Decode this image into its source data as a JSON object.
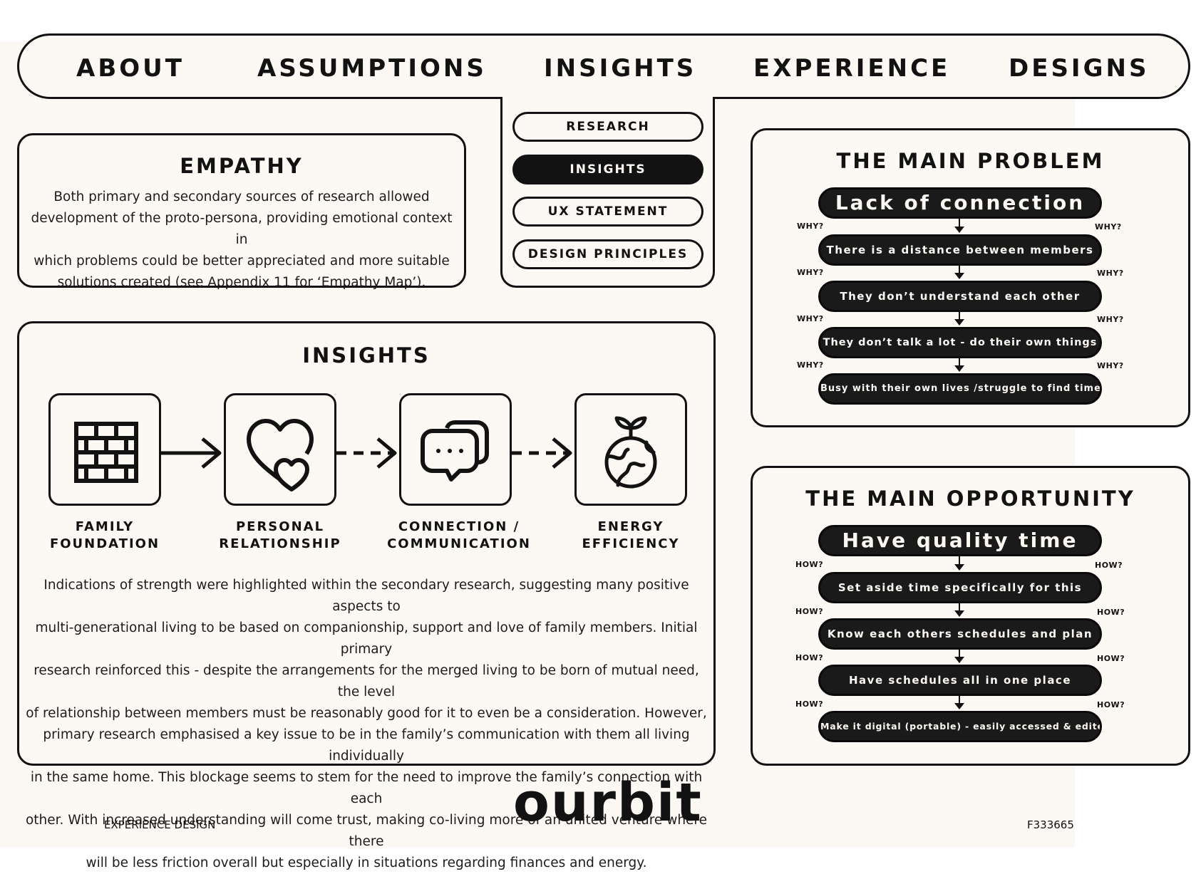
{
  "nav": {
    "items": [
      "ABOUT",
      "ASSUMPTIONS",
      "INSIGHTS",
      "EXPERIENCE",
      "DESIGNS"
    ]
  },
  "submenu": {
    "items": [
      "RESEARCH",
      "INSIGHTS",
      "UX STATEMENT",
      "DESIGN PRINCIPLES"
    ],
    "active": "INSIGHTS"
  },
  "empathy": {
    "title": "EMPATHY",
    "lines": [
      "Both primary and secondary sources of research allowed",
      "development of the proto-persona, providing emotional context in",
      "which problems could be better appreciated and more suitable",
      "solutions created (see Appendix 11 for ‘Empathy Map’)."
    ]
  },
  "insights": {
    "title": "INSIGHTS",
    "steps": [
      {
        "label": "FAMILY\nFOUNDATION",
        "icon": "brick-wall-icon"
      },
      {
        "label": "PERSONAL\nRELATIONSHIP",
        "icon": "hearts-icon"
      },
      {
        "label": "CONNECTION /\nCOMMUNICATION",
        "icon": "chat-bubbles-icon"
      },
      {
        "label": "ENERGY\nEFFICIENCY",
        "icon": "earth-sprout-icon"
      }
    ],
    "lines": [
      "Indications of strength were highlighted within the secondary research, suggesting many positive aspects to",
      "multi-generational living to be based on companionship, support and love of family members. Initial primary",
      "research reinforced this - despite the arrangements for the merged living to be born of mutual need, the level",
      "of relationship between members must be  reasonably good for it to even be a consideration. However,",
      "primary research emphasised a key issue to be in the family’s communication with them all living individually",
      "in the same home. This blockage seems to stem for the need to improve the family’s connection with each",
      "other. With increased understanding will come trust, making co-living more of an united venture where there",
      "will be less friction overall but especially in situations regarding finances and energy."
    ]
  },
  "problem": {
    "title": "THE MAIN PROBLEM",
    "question": "WHY?",
    "chain": [
      "Lack of connection",
      "There is a distance between members",
      "They don’t understand each other",
      "They don’t talk a lot - do their own things",
      "Busy with their own lives /struggle to find time"
    ]
  },
  "opportunity": {
    "title": "THE MAIN OPPORTUNITY",
    "question": "HOW?",
    "chain": [
      "Have quality time",
      "Set aside time specifically for this",
      "Know each others schedules and plan",
      "Have schedules all in one place",
      "Make it digital (portable) - easily accessed & edited"
    ]
  },
  "footer": {
    "left": "EXPERIENCE DESIGN",
    "logo": "ourbit",
    "right": "F333665"
  }
}
